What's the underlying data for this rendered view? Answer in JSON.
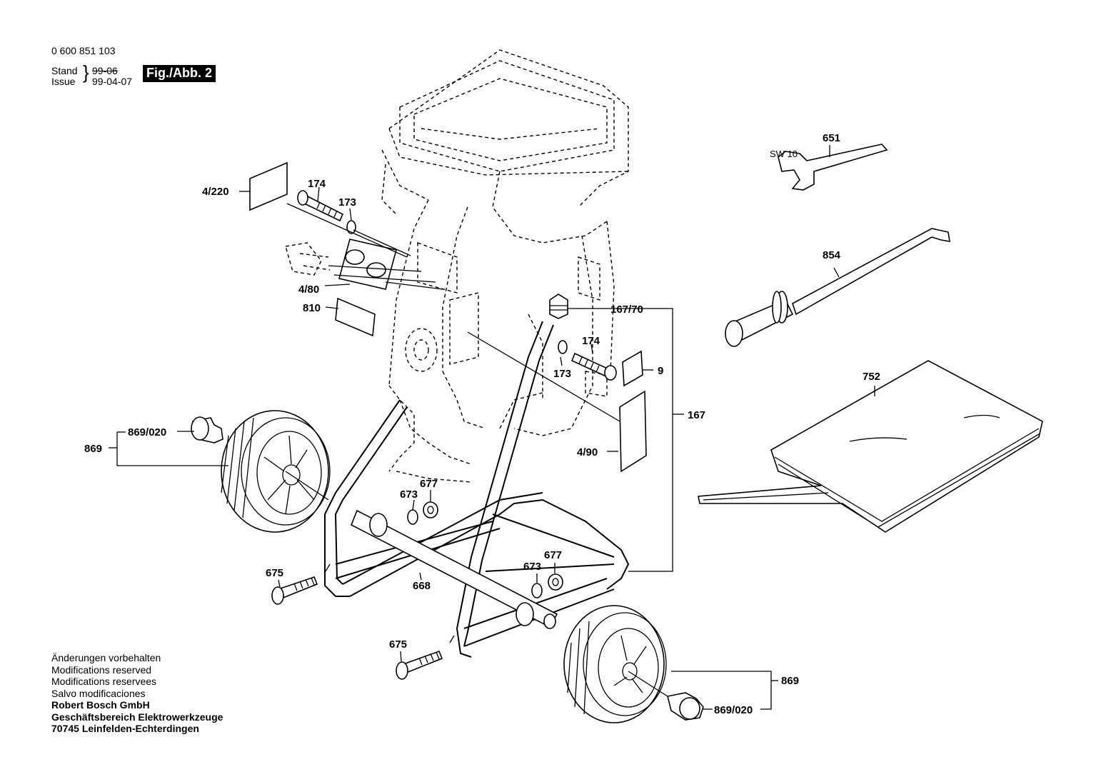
{
  "header": {
    "doc_number": "0 600 851 103",
    "stand_label": "Stand",
    "issue_label": "Issue",
    "stand_value": "99-06",
    "issue_value": "99-04-07",
    "figure_label": "Fig./Abb. 2"
  },
  "labels": {
    "p4_220": "4/220",
    "p174a": "174",
    "p173a": "173",
    "p4_80": "4/80",
    "p810": "810",
    "p167_70": "167/70",
    "p174b": "174",
    "p173b": "173",
    "p9": "9",
    "p167": "167",
    "p4_90": "4/90",
    "p651": "651",
    "sw10": "SW 10",
    "p854": "854",
    "p752": "752",
    "p869a": "869",
    "p869_020a": "869/020",
    "p673a": "673",
    "p677a": "677",
    "p675a": "675",
    "p668": "668",
    "p673b": "673",
    "p677b": "677",
    "p675b": "675",
    "p869b": "869",
    "p869_020b": "869/020"
  },
  "footer": {
    "line1": "Änderungen vorbehalten",
    "line2": "Modifications reserved",
    "line3": "Modifications reservees",
    "line4": "Salvo modificaciones",
    "line5": "Robert Bosch GmbH",
    "line6": "Geschäftsbereich Elektrowerkzeuge",
    "line7": "70745 Leinfelden-Echterdingen"
  }
}
